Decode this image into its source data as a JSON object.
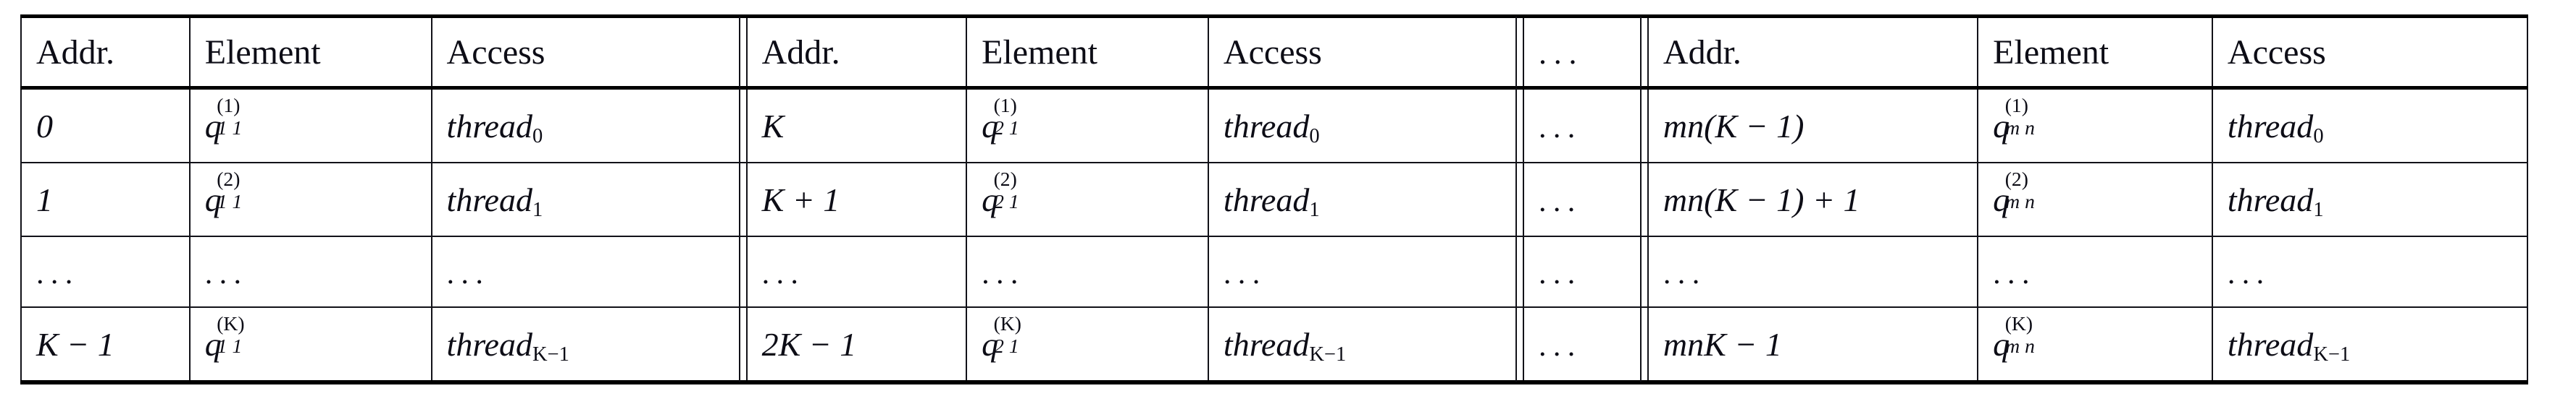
{
  "table": {
    "caption": "",
    "column_headers": [
      "Addr.",
      "Element",
      "Access",
      "Addr.",
      "Element",
      "Access",
      "...",
      "Addr.",
      "Element",
      "Access"
    ],
    "header_labels": {
      "addr": "Addr.",
      "element": "Element",
      "access": "Access",
      "ellipsis": "..."
    },
    "blocks": [
      {
        "index": 1,
        "headers": {
          "addr": "Addr.",
          "element": "Element",
          "access": "Access"
        },
        "rows": [
          {
            "addr": "0",
            "element": {
              "base": "q",
              "sup": "(1)",
              "sub": "1 1",
              "text": "q^(1)_{1 1}"
            },
            "access": {
              "base": "thread",
              "sub": "0",
              "text": "thread_0"
            }
          },
          {
            "addr": "1",
            "element": {
              "base": "q",
              "sup": "(2)",
              "sub": "1 1",
              "text": "q^(2)_{1 1}"
            },
            "access": {
              "base": "thread",
              "sub": "1",
              "text": "thread_1"
            }
          },
          {
            "addr": "...",
            "element": {
              "text": "..."
            },
            "access": {
              "text": "..."
            }
          },
          {
            "addr": "K − 1",
            "element": {
              "base": "q",
              "sup": "(K)",
              "sub": "1 1",
              "text": "q^(K)_{1 1}"
            },
            "access": {
              "base": "thread",
              "sub": "K−1",
              "text": "thread_{K-1}"
            }
          }
        ]
      },
      {
        "index": 2,
        "headers": {
          "addr": "Addr.",
          "element": "Element",
          "access": "Access"
        },
        "rows": [
          {
            "addr": "K",
            "element": {
              "base": "q",
              "sup": "(1)",
              "sub": "2 1",
              "text": "q^(1)_{2 1}"
            },
            "access": {
              "base": "thread",
              "sub": "0",
              "text": "thread_0"
            }
          },
          {
            "addr": "K + 1",
            "element": {
              "base": "q",
              "sup": "(2)",
              "sub": "2 1",
              "text": "q^(2)_{2 1}"
            },
            "access": {
              "base": "thread",
              "sub": "1",
              "text": "thread_1"
            }
          },
          {
            "addr": "...",
            "element": {
              "text": "..."
            },
            "access": {
              "text": "..."
            }
          },
          {
            "addr": "2K − 1",
            "element": {
              "base": "q",
              "sup": "(K)",
              "sub": "2 1",
              "text": "q^(K)_{2 1}"
            },
            "access": {
              "base": "thread",
              "sub": "K−1",
              "text": "thread_{K-1}"
            }
          }
        ]
      },
      {
        "index": 3,
        "headers": {
          "addr": "Addr.",
          "element": "Element",
          "access": "Access"
        },
        "rows": [
          {
            "addr": "mn(K − 1)",
            "element": {
              "base": "q",
              "sup": "(1)",
              "sub": "m n",
              "text": "q^(1)_{m n}"
            },
            "access": {
              "base": "thread",
              "sub": "0",
              "text": "thread_0"
            }
          },
          {
            "addr": "mn(K − 1) + 1",
            "element": {
              "base": "q",
              "sup": "(2)",
              "sub": "m n",
              "text": "q^(2)_{m n}"
            },
            "access": {
              "base": "thread",
              "sub": "1",
              "text": "thread_1"
            }
          },
          {
            "addr": "...",
            "element": {
              "text": "..."
            },
            "access": {
              "text": "..."
            }
          },
          {
            "addr": "mnK − 1",
            "element": {
              "base": "q",
              "sup": "(K)",
              "sub": "m n",
              "text": "q^(K)_{m n}"
            },
            "access": {
              "base": "thread",
              "sub": "K−1",
              "text": "thread_{K-1}"
            }
          }
        ]
      }
    ],
    "ellipsis_column": {
      "header": "...",
      "cells": [
        "...",
        "...",
        "...",
        "..."
      ]
    }
  },
  "style": {
    "rule_color": "#000000",
    "text_color": "#0d0d16",
    "background": "#ffffff"
  }
}
